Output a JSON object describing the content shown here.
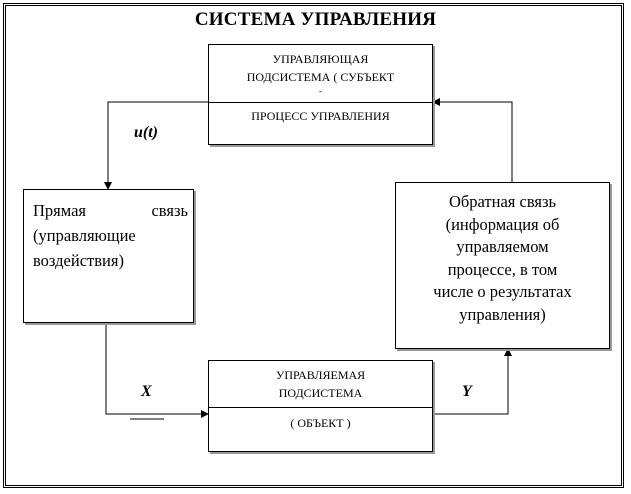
{
  "title": "СИСТЕМА  УПРАВЛЕНИЯ",
  "subject": {
    "line1": "УПРАВЛЯЮЩАЯ",
    "line2": "ПОДСИСТЕМА ( СУБЪЕКТ",
    "line3": "-",
    "process": "ПРОЦЕСС УПРАВЛЕНИЯ"
  },
  "object": {
    "line1": "УПРАВЛЯЕМАЯ",
    "line2": "ПОДСИСТЕМА",
    "line3": "( ОБЪЕКТ )"
  },
  "direct_link": {
    "word1": "Прямая",
    "word2": "связь",
    "line2": "(управляющие",
    "line3": "воздействия)"
  },
  "feedback": {
    "line1": "Обратная связь",
    "line2": "(информация об",
    "line3": "управляемом",
    "line4": "процессе, в том",
    "line5": "числе о результатах",
    "line6": "управления)"
  },
  "labels": {
    "u": "u(t)",
    "x": "X",
    "y": "Y"
  }
}
